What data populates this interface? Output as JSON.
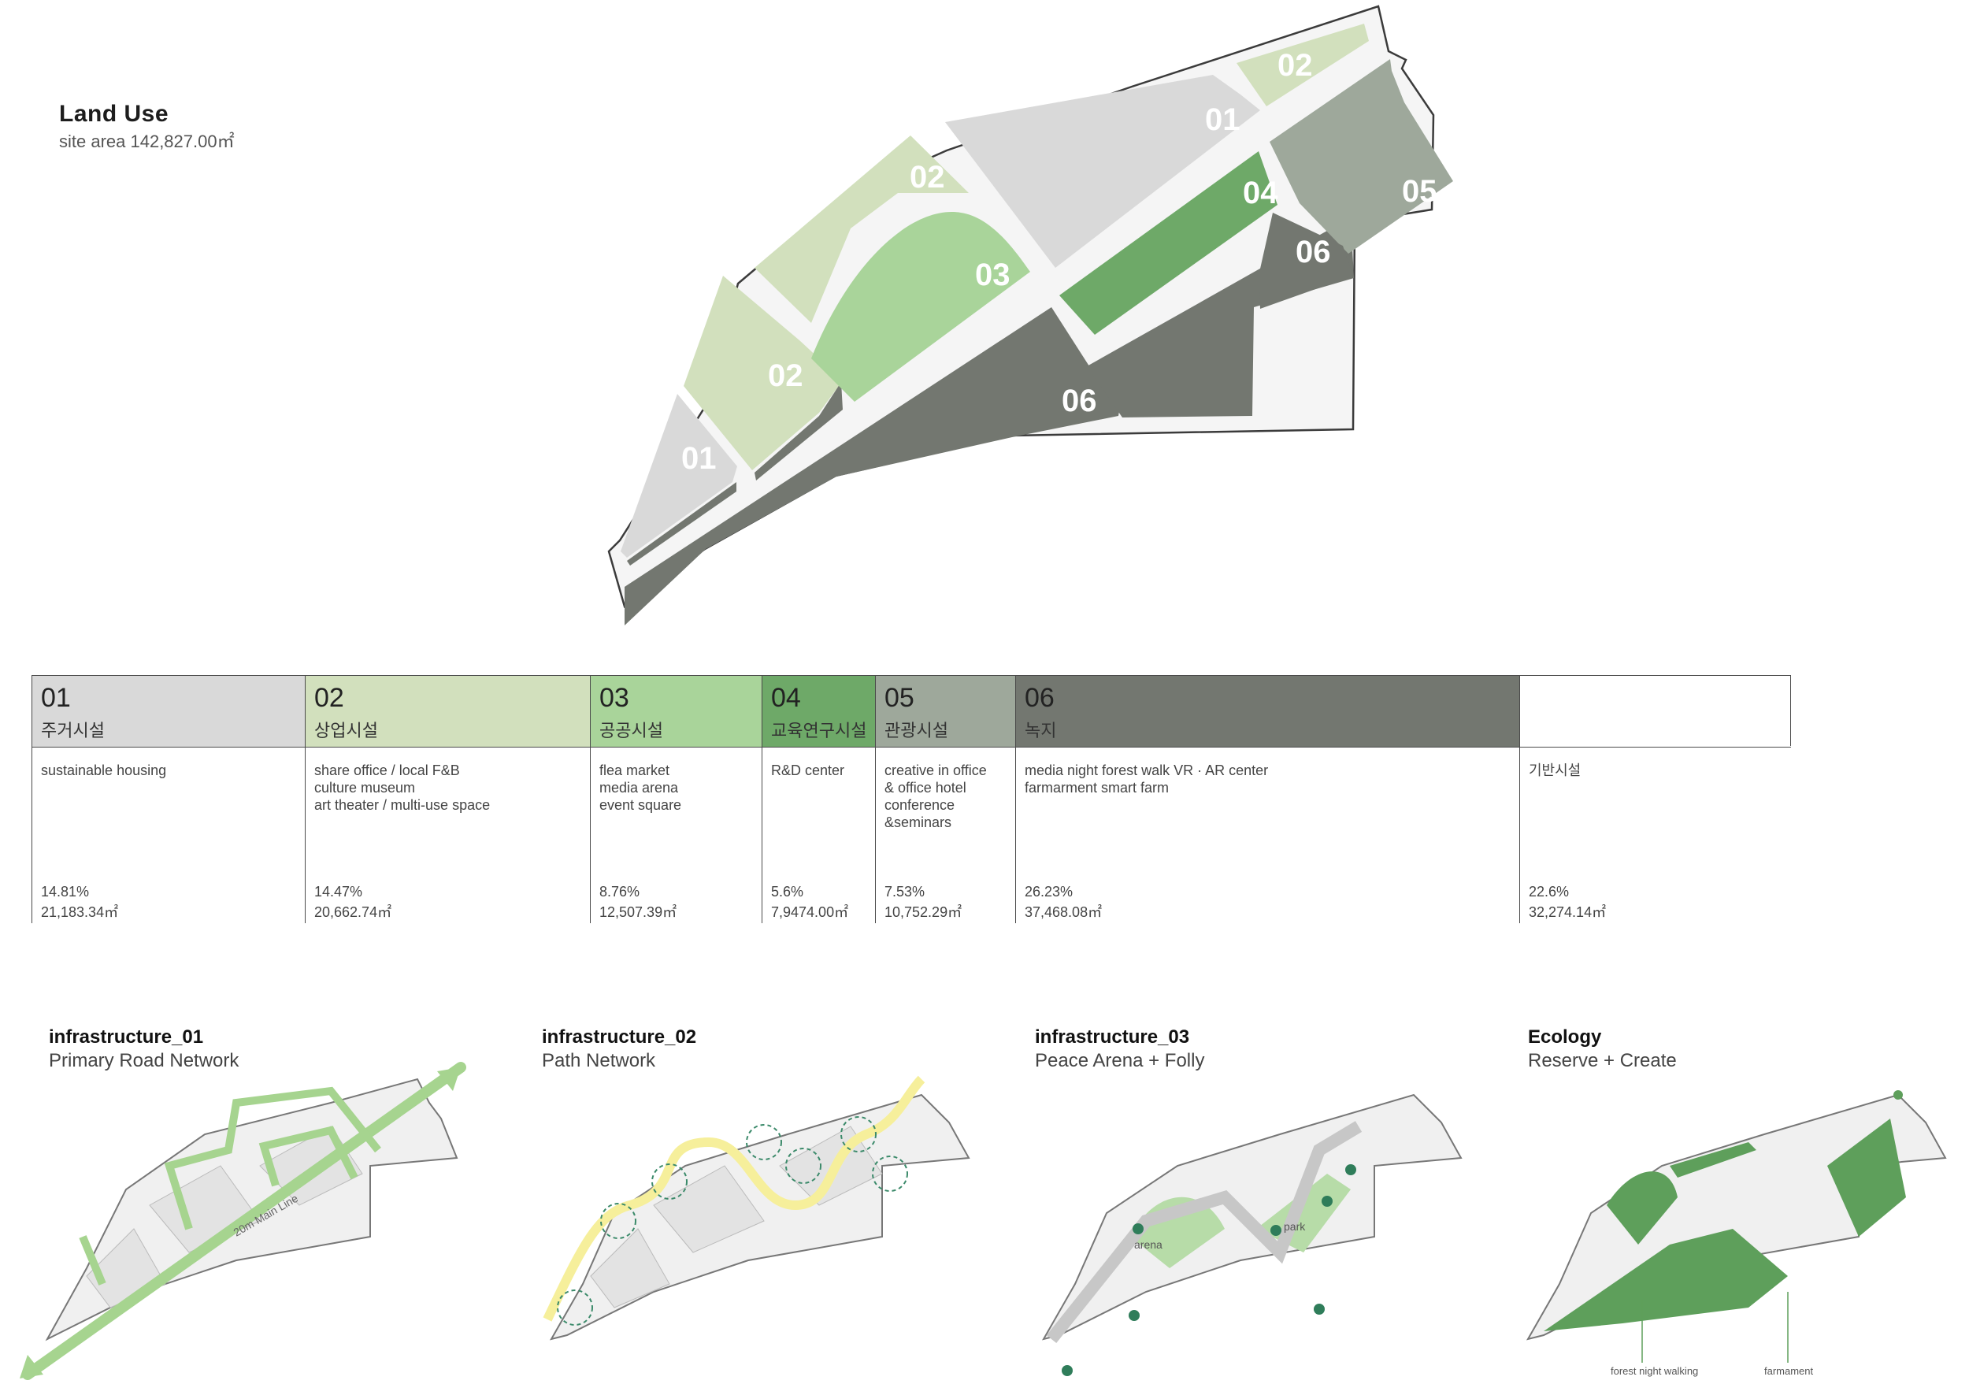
{
  "header": {
    "title": "Land Use",
    "subtitle": "site area 142,827.00㎡"
  },
  "colors": {
    "z01": "#d9d9d9",
    "z02": "#d2e0bd",
    "z03": "#a9d49a",
    "z04": "#6ea968",
    "z05": "#9ea89b",
    "z06": "#737770",
    "road": "#f3f3f3",
    "yellow": "#f6ef9b",
    "green_arrow": "#a6d48f"
  },
  "map_labels": {
    "z01_left": "01",
    "z01_top": "01",
    "z02_top": "02",
    "z02_mid": "02",
    "z02_right": "02",
    "z03": "03",
    "z04": "04",
    "z05": "05",
    "z06_a": "06",
    "z06_b": "06"
  },
  "table": [
    {
      "num": "01",
      "kor": "주거시설",
      "uses": "sustainable housing",
      "pct": "14.81%",
      "area": "21,183.34㎡",
      "color": "#d9d9d9"
    },
    {
      "num": "02",
      "kor": "상업시설",
      "uses": "share office / local F&B\nculture museum\nart theater / multi-use space",
      "pct": "14.47%",
      "area": "20,662.74㎡",
      "color": "#d2e0bd"
    },
    {
      "num": "03",
      "kor": "공공시설",
      "uses": "flea market\nmedia arena\nevent square",
      "pct": "8.76%",
      "area": "12,507.39㎡",
      "color": "#a9d49a"
    },
    {
      "num": "04",
      "kor": "교육연구시설",
      "uses": "R&D center",
      "pct": "5.6%",
      "area": "7,9474.00㎡",
      "color": "#6ea968"
    },
    {
      "num": "05",
      "kor": "관광시설",
      "uses": "creative in office\n& office hotel\nconference\n&seminars",
      "pct": "7.53%",
      "area": "10,752.29㎡",
      "color": "#9ea89b"
    },
    {
      "num": "06",
      "kor": "녹지",
      "uses": "media night forest walk   VR · AR center\nfarmarment    smart farm",
      "pct": "26.23%",
      "area": "37,468.08㎡",
      "color": "#737770"
    },
    {
      "num": "",
      "kor": "",
      "uses": "기반시설",
      "pct": "22.6%",
      "area": "32,274.14㎡",
      "color": "#ffffff"
    }
  ],
  "panels": [
    {
      "title": "infrastructure_01",
      "subtitle": "Primary Road Network",
      "label": "20m Main Line"
    },
    {
      "title": "infrastructure_02",
      "subtitle": "Path Network"
    },
    {
      "title": "infrastructure_03",
      "subtitle": "Peace Arena + Folly",
      "labels": [
        "arena",
        "park"
      ]
    },
    {
      "title": "Ecology",
      "subtitle": "Reserve + Create",
      "labels": [
        "forest night\nwalking",
        "farmament"
      ]
    }
  ]
}
